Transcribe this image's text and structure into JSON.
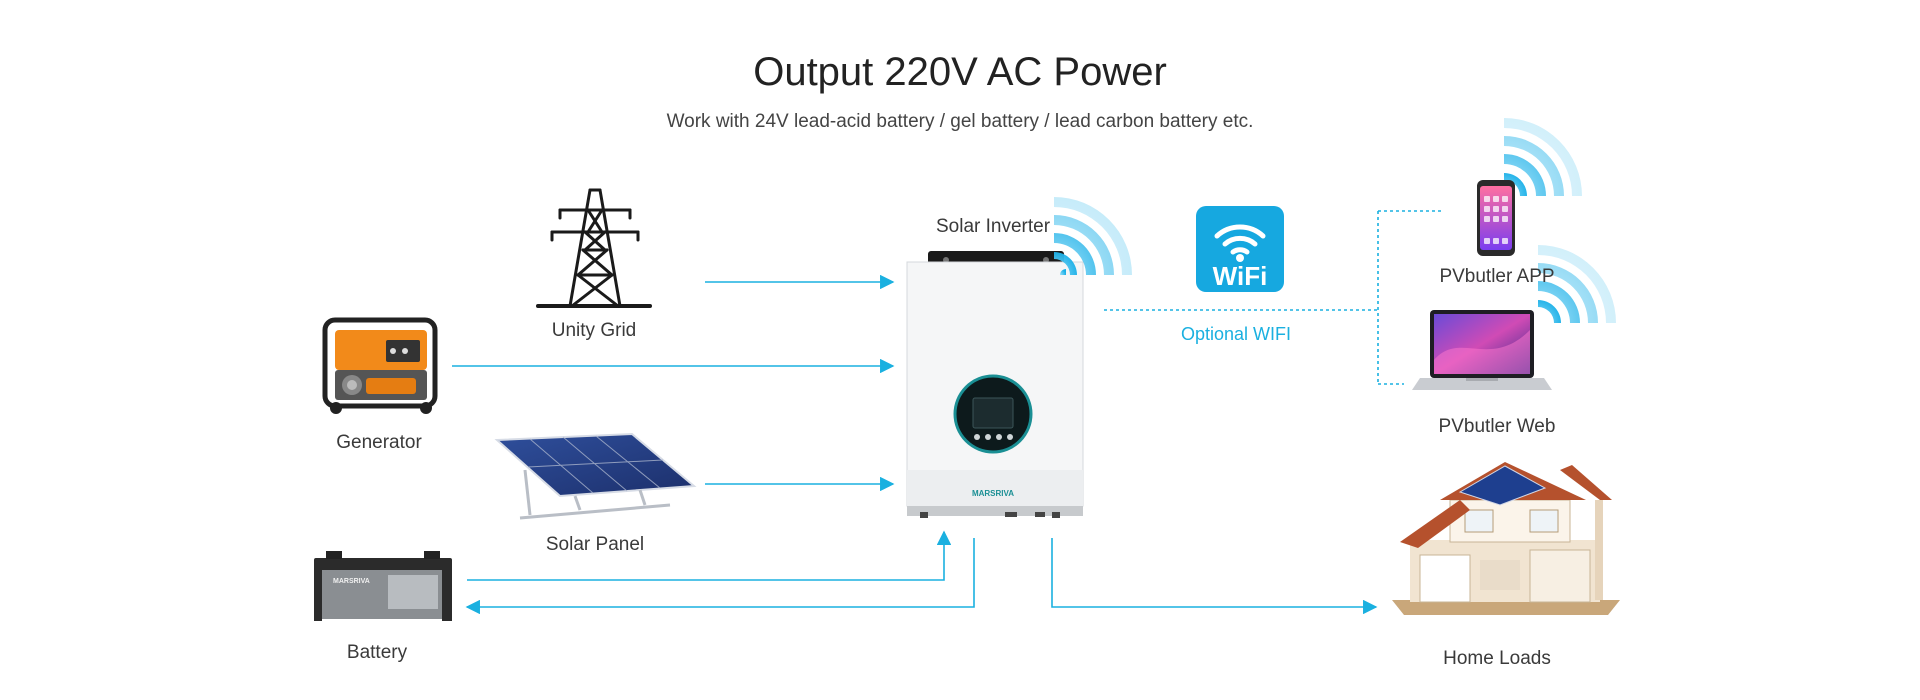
{
  "header": {
    "title": "Output 220V AC Power",
    "subtitle": "Work with 24V lead-acid battery / gel battery / lead carbon battery etc."
  },
  "nodes": {
    "utility_grid": "Unity Grid",
    "generator": "Generator",
    "solar_panel": "Solar Panel",
    "battery": "Battery",
    "inverter": "Solar Inverter",
    "app": "PVbutler APP",
    "web": "PVbutler Web",
    "home": "Home Loads"
  },
  "wifi": {
    "badge_text": "WiFi",
    "caption": "Optional WIFI"
  },
  "inverter_brand": "MARSRIVA",
  "battery_brand": "MARSRIVA",
  "colors": {
    "arrow": "#1ab0e0",
    "wifi_badge": "#16a8e0",
    "signal": "#3cc3f0"
  }
}
